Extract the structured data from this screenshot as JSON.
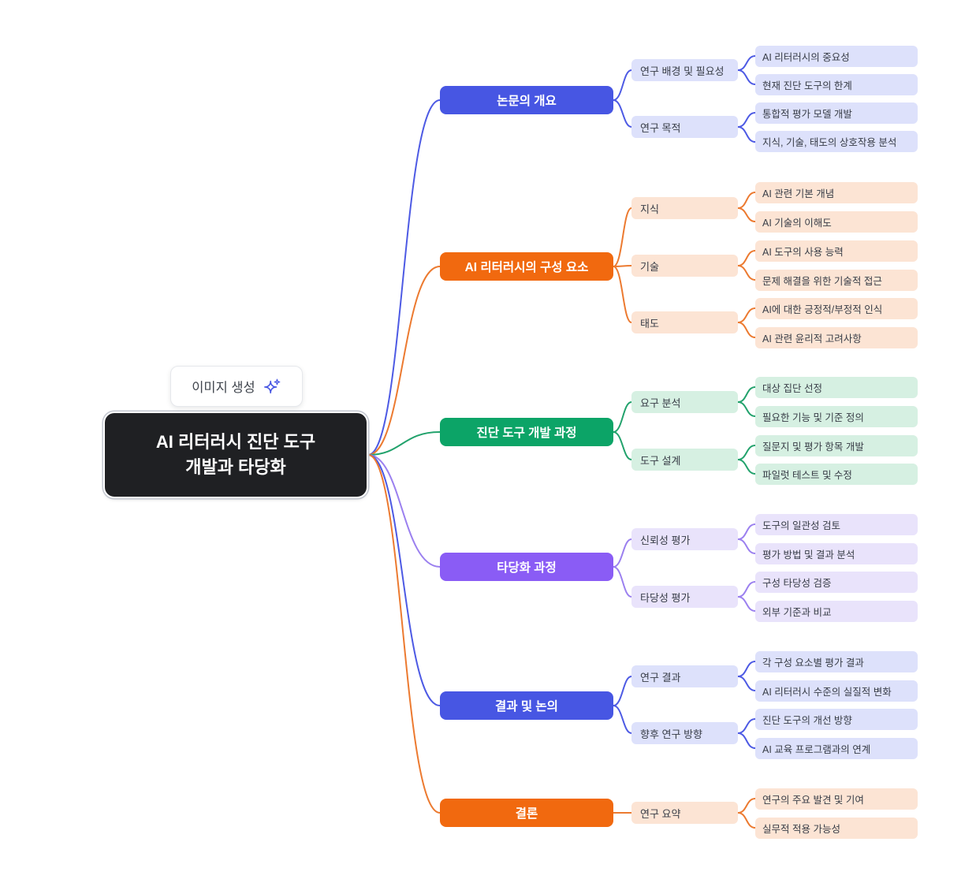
{
  "toolbar": {
    "generate_label": "이미지 생성",
    "sparkle_icon": "sparkle-icon"
  },
  "icons": {
    "sparkle": "✦"
  },
  "root": {
    "line1": "AI 리터러시 진단 도구",
    "line2": "개발과 타당화",
    "bg": "#1f2023",
    "text_color": "#ffffff"
  },
  "palette": {
    "indigo": "#4756e3",
    "indigo_light": "#dde1fb",
    "orange": "#f1690f",
    "orange_light": "#fce4d4",
    "green": "#0ca467",
    "green_light": "#d6f0e2",
    "purple": "#8a5cf5",
    "purple_light": "#e9e3fb"
  },
  "branches": [
    {
      "label": "논문의 개요",
      "color": "indigo",
      "children": [
        {
          "label": "연구 배경 및 필요성",
          "children": [
            "AI 리터러시의 중요성",
            "현재 진단 도구의 한계"
          ]
        },
        {
          "label": "연구 목적",
          "children": [
            "통합적 평가 모델 개발",
            "지식, 기술, 태도의 상호작용 분석"
          ]
        }
      ]
    },
    {
      "label": "AI 리터러시의 구성 요소",
      "color": "orange",
      "children": [
        {
          "label": "지식",
          "children": [
            "AI 관련 기본 개념",
            "AI 기술의 이해도"
          ]
        },
        {
          "label": "기술",
          "children": [
            "AI 도구의 사용 능력",
            "문제 해결을 위한 기술적 접근"
          ]
        },
        {
          "label": "태도",
          "children": [
            "AI에 대한 긍정적/부정적 인식",
            "AI 관련 윤리적 고려사항"
          ]
        }
      ]
    },
    {
      "label": "진단 도구 개발 과정",
      "color": "green",
      "children": [
        {
          "label": "요구 분석",
          "children": [
            "대상 집단 선정",
            "필요한 기능 및 기준 정의"
          ]
        },
        {
          "label": "도구 설계",
          "children": [
            "질문지 및 평가 항목 개발",
            "파일럿 테스트 및 수정"
          ]
        }
      ]
    },
    {
      "label": "타당화 과정",
      "color": "purple",
      "children": [
        {
          "label": "신뢰성 평가",
          "children": [
            "도구의 일관성 검토",
            "평가 방법 및 결과 분석"
          ]
        },
        {
          "label": "타당성 평가",
          "children": [
            "구성 타당성 검증",
            "외부 기준과 비교"
          ]
        }
      ]
    },
    {
      "label": "결과 및 논의",
      "color": "indigo",
      "children": [
        {
          "label": "연구 결과",
          "children": [
            "각 구성 요소별 평가 결과",
            "AI 리터러시 수준의 실질적 변화"
          ]
        },
        {
          "label": "향후 연구 방향",
          "children": [
            "진단 도구의 개선 방향",
            "AI 교육 프로그램과의 연계"
          ]
        }
      ]
    },
    {
      "label": "결론",
      "color": "orange",
      "children": [
        {
          "label": "연구 요약",
          "children": [
            "연구의 주요 발견 및 기여",
            "실무적 적용 가능성"
          ]
        }
      ]
    }
  ]
}
